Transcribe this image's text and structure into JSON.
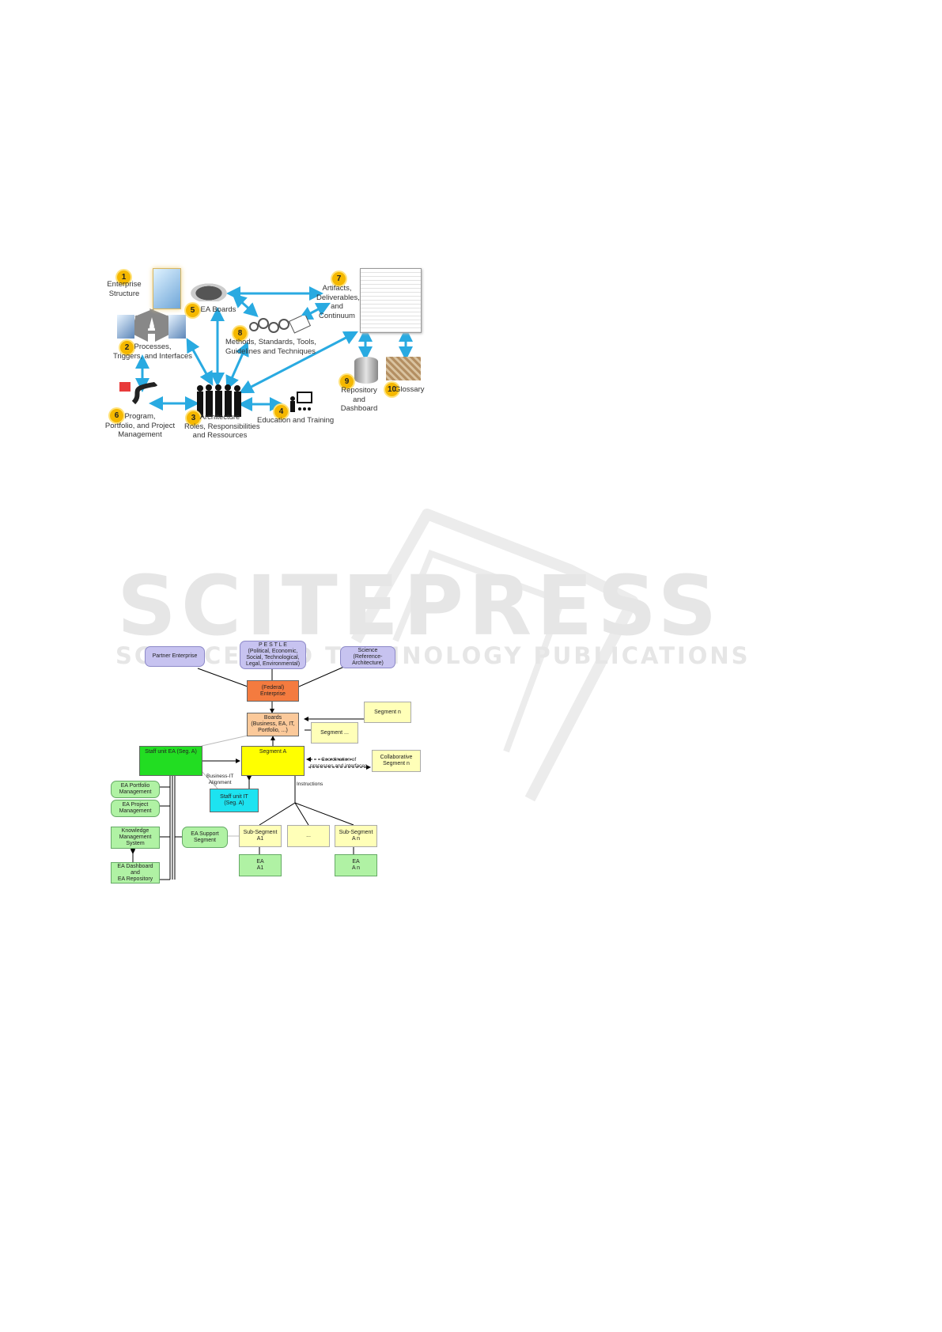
{
  "watermark": {
    "brand": "SCITEPRESS",
    "tagline": "SCIENCE AND TECHNOLOGY PUBLICATIONS"
  },
  "fig1": {
    "nodes": [
      {
        "id": "n1",
        "num": "1",
        "label": "Enterprise\nStructure"
      },
      {
        "id": "n2",
        "num": "2",
        "label": "Processes,\nTriggers, and Interfaces"
      },
      {
        "id": "n3",
        "num": "3",
        "label": "Architecture\nRoles, Responsibilities\nand Ressources"
      },
      {
        "id": "n4",
        "num": "4",
        "label": "Education and Training"
      },
      {
        "id": "n5",
        "num": "5",
        "label": "EA Boards"
      },
      {
        "id": "n6",
        "num": "6",
        "label": "Program,\nPortfolio, and Project\nManagement"
      },
      {
        "id": "n7",
        "num": "7",
        "label": "Artifacts,\nDeliverables,\nand\nContinuum"
      },
      {
        "id": "n8",
        "num": "8",
        "label": "Methods, Standards, Tools,\nGuidelines and Techniques"
      },
      {
        "id": "n9",
        "num": "9",
        "label": "Repository\nand\nDashboard"
      },
      {
        "id": "n10",
        "num": "10",
        "label": "Glossary"
      }
    ],
    "colors": {
      "arrow": "#29aae1",
      "badge": "#f5b800"
    }
  },
  "fig2": {
    "boxes": {
      "partner": "Partner Enterprise",
      "pestle": "P E S T L E\n(Political, Economic,\nSocial, Technological,\nLegal, Environmental)",
      "science": "Science\n(Reference-\nArchitecture)",
      "enterprise": "(Federal)\nEnterprise",
      "boards": "Boards\n(Business, EA, IT,\nPortfolio, ...)",
      "segment_n": "Segment n",
      "segment_dots": "Segment ...",
      "staff_ea": "Staff unit EA (Seg. A)",
      "segment_a": "Segment A",
      "collab": "Collaborative\nSegment n",
      "staff_it": "Staff unit IT\n(Seg. A)",
      "ea_portfolio": "EA Portfolio\nManagement",
      "ea_project": "EA Project\nManagement",
      "knowledge": "Knowledge\nManagement\nSystem",
      "ea_dashboard": "EA Dashboard\nand\nEA Repository",
      "ea_support": "EA Support\nSegment",
      "sub_a1": "Sub-Segment\nA1",
      "sub_dots": "...",
      "sub_an": "Sub-Segment\nA n",
      "ea_a1": "EA\nA1",
      "ea_an": "EA\nA n"
    },
    "labels": {
      "business_it": "Business-IT\nAlignment",
      "coordination": "Coordination of\nprocesses and interfaces",
      "instructions": "Instructions"
    },
    "colors": {
      "blue": "#c7c3f0",
      "orange": "#f47b3f",
      "peach": "#fbc99a",
      "yellow_light": "#ffffb8",
      "green_bright": "#22dd22",
      "yellow_bright": "#ffff00",
      "cyan": "#1de3f0",
      "green_light": "#b0f2a4"
    }
  }
}
